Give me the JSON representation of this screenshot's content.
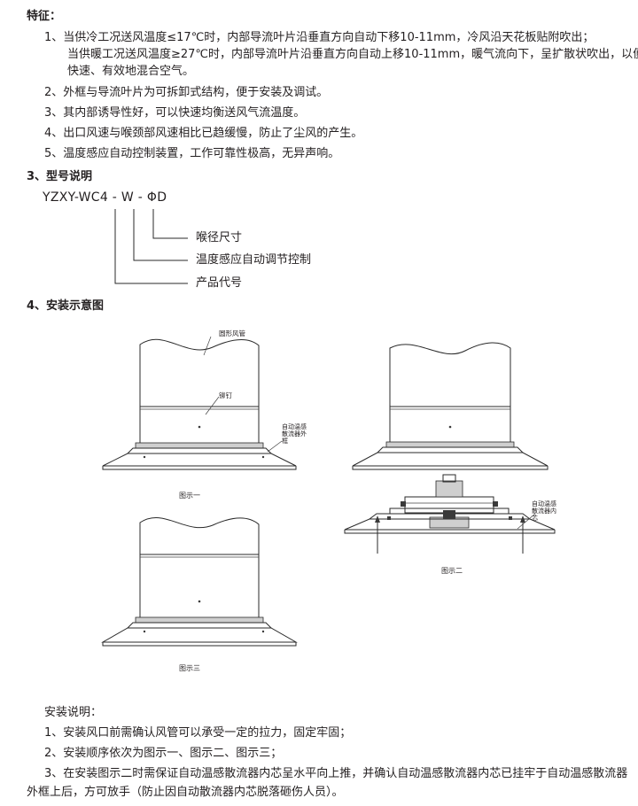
{
  "features": {
    "heading": "特征：",
    "items": [
      "1、当供冷工况送风温度≤17℃时，内部导流叶片沿垂直方向自动下移10-11mm，冷风沿天花板贴附吹出；",
      "当供暖工况送风温度≥27℃时，内部导流叶片沿垂直方向自动上移10-11mm，暖气流向下，呈扩散状吹出，以便",
      "快速、有效地混合空气。",
      "2、外框与导流叶片为可拆卸式结构，便于安装及调试。",
      "3、其内部诱导性好，可以快速均衡送风气流温度。",
      "4、出口风速与喉颈部风速相比已趋缓慢，防止了尘风的产生。",
      "5、温度感应自动控制装置，工作可靠性极高，无异声响。"
    ]
  },
  "model": {
    "heading": "3、型号说明",
    "code": "YZXY-WC4 - W - ΦD",
    "legend": [
      "喉径尺寸",
      "温度感应自动调节控制",
      "产品代号"
    ]
  },
  "install_diagram": {
    "heading": "4、安装示意图",
    "labels": {
      "duct": "圆形风管",
      "rivet": "铆钉",
      "outer_frame": "自动温感散流器外框",
      "core": "自动温感散流器内芯"
    },
    "captions": [
      "图示一",
      "图示二",
      "图示三"
    ]
  },
  "instructions": {
    "title": "安装说明：",
    "items": [
      "1、安装风口前需确认风管可以承受一定的拉力，固定牢固；",
      "2、安装顺序依次为图示一、图示二、图示三；",
      "3、在安装图示二时需保证自动温感散流器内芯呈水平向上推，并确认自动温感散流器内芯已挂牢于自动温感散流器",
      "外框上后，方可放手（防止因自动散流器内芯脱落砸伤人员）。"
    ]
  }
}
